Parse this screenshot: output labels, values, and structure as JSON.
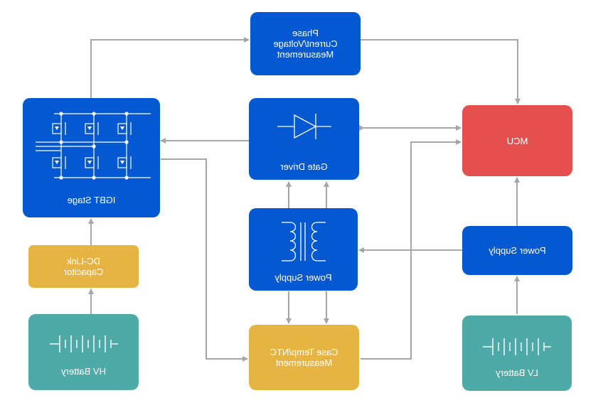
{
  "blocks": {
    "phase_measurement": "Phase\nCurrent/Voltage\nMeasurement",
    "gate_driver": "Gate Driver",
    "mcu": "MCU",
    "igbt_stage": "IGBT Stage",
    "power_supply_center": "Power Supply",
    "power_supply_right": "Power Supply",
    "dc_link": "DC-Link\nCapacitor",
    "hv_battery": "HV Battery",
    "case_temp": "Case Temp/NTC\nMeasurement",
    "lv_battery": "LV Battery"
  },
  "colors": {
    "blue": "#0459d3",
    "red": "#e5504f",
    "gold": "#e6b443",
    "teal": "#4eaaa7",
    "wire": "#a6a6a6"
  },
  "icons": {
    "igbt": "igbt-bridge-icon",
    "gate_driver": "buffer-amplifier-icon",
    "transformer": "transformer-icon",
    "battery": "battery-cells-icon"
  }
}
